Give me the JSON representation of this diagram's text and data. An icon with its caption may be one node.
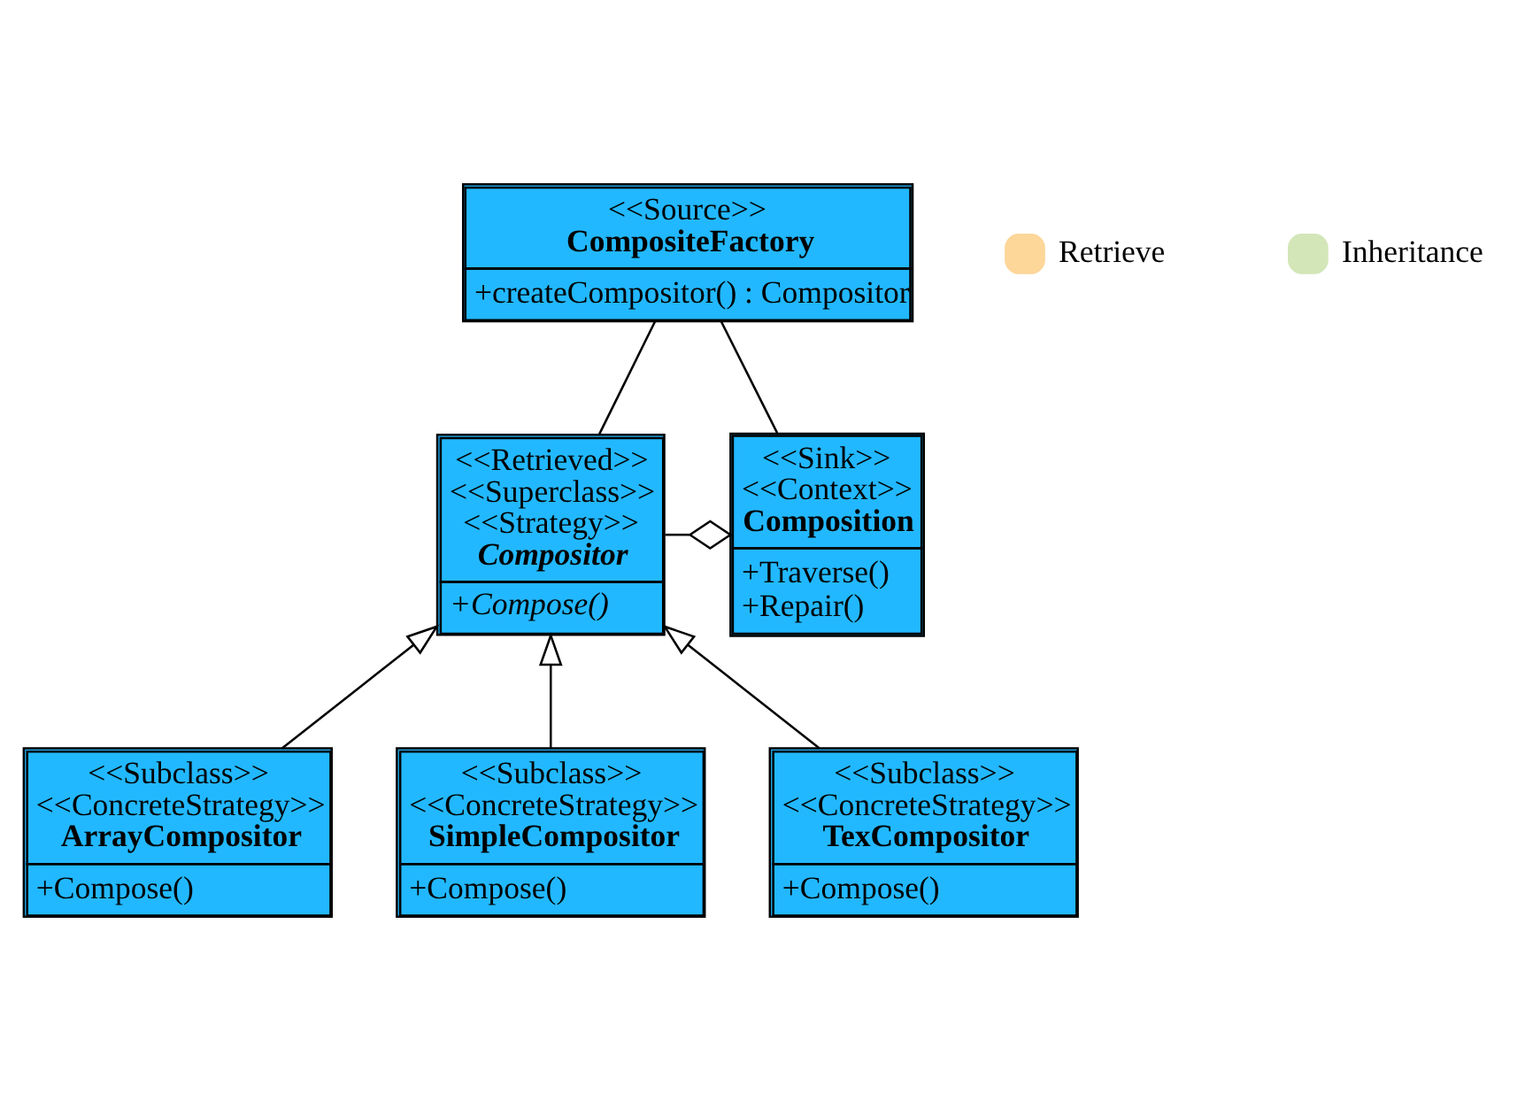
{
  "diagram": {
    "nodes": [
      {
        "text": [
          "<<Source>>",
          "CompositeFactory",
          "+createCompositor() : Compositor"
        ]
      },
      {
        "text": [
          "<<Retrieved>>",
          "<<Superclass>>",
          "<<Strategy>>",
          "Compositor",
          "+Compose()"
        ]
      },
      {
        "text": [
          "<<Sink>>",
          "<<Context>>",
          "Composition",
          "+Traverse()",
          "+Repair()"
        ]
      },
      {
        "text": [
          "<<Subclass>>",
          "<<ConcreteStrategy>>",
          "ArrayCompositor",
          "+Compose()"
        ]
      },
      {
        "text": [
          "<<Subclass>>",
          "<<ConcreteStrategy>>",
          "SimpleCompositor",
          "+Compose()"
        ]
      },
      {
        "text": [
          "<<Subclass>>",
          "<<ConcreteStrategy>>",
          "TexCompositor",
          "+Compose()"
        ]
      }
    ],
    "edges": [
      {
        "from": 0,
        "to": 1,
        "arrow": "none"
      },
      {
        "from": 0,
        "to": 2,
        "arrow": "none"
      },
      {
        "from": 1,
        "to": 2,
        "arrow": "other"
      },
      {
        "from": 3,
        "to": 1,
        "arrow": "to"
      },
      {
        "from": 4,
        "to": 1,
        "arrow": "to"
      },
      {
        "from": 5,
        "to": 1,
        "arrow": "to"
      }
    ],
    "legend": [
      {
        "text": "Retrieve",
        "color": "#fdd699"
      },
      {
        "text": "Inheritance",
        "color": "#d3e6b8"
      }
    ]
  }
}
